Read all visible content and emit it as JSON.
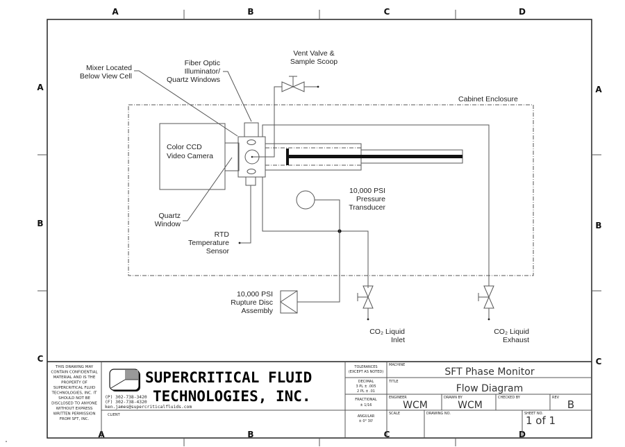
{
  "zones": {
    "columns": [
      "A",
      "B",
      "C",
      "D"
    ],
    "rows": [
      "A",
      "B",
      "C"
    ]
  },
  "labels": {
    "mixer": [
      "Mixer Located",
      "Below View Cell"
    ],
    "fiber_optic": [
      "Fiber Optic",
      "Illuminator/",
      "Quartz Windows"
    ],
    "vent_valve": [
      "Vent Valve &",
      "Sample Scoop"
    ],
    "cabinet": "Cabinet Enclosure",
    "camera": [
      "Color CCD",
      "Video Camera"
    ],
    "quartz_window": [
      "Quartz",
      "Window"
    ],
    "rtd": [
      "RTD",
      "Temperature",
      "Sensor"
    ],
    "pressure_transducer": [
      "10,000 PSI",
      "Pressure",
      "Transducer"
    ],
    "rupture_disc": [
      "10,000 PSI",
      "Rupture Disc",
      "Assembly"
    ],
    "co2_inlet": [
      "CO₂ Liquid",
      "Inlet"
    ],
    "co2_exhaust": [
      "CO₂ Liquid",
      "Exhaust"
    ]
  },
  "title_block": {
    "confidential": [
      "THIS DRAWING MAY",
      "CONTAIN CONFIDENTIAL",
      "MATERIAL AND IS THE",
      "PROPERTY OF",
      "SUPERCRITICAL FLUID",
      "TECHNOLOGIES, INC. IT",
      "SHOULD NOT BE",
      "DISCLOSED TO ANYONE",
      "WITHOUT EXPRESS",
      "WRITTEN PERMISSION",
      "FROM SFT, INC."
    ],
    "company": [
      "SUPERCRITICAL FLUID",
      "TECHNOLOGIES, INC."
    ],
    "phone": "(P) 302-738-3420",
    "fax": "(F) 302-738-4320",
    "email": "ken.james@supercriticalfluids.com",
    "client_label": "CLIENT",
    "tolerances": [
      "TOLERANCES",
      "(EXCEPT AS NOTED)"
    ],
    "decimal": [
      "DECIMAL",
      "3 PL ± .005",
      "2 PL ± .01"
    ],
    "fractional": [
      "FRACTIONAL",
      "± 1/16"
    ],
    "angular": [
      "ANGULAR",
      "± 0° 30'"
    ],
    "machine_label": "MACHINE",
    "machine": "SFT Phase Monitor",
    "title_label": "TITLE",
    "title": "Flow Diagram",
    "engineer_label": "ENGINEER",
    "engineer": "WCM",
    "drawn_by_label": "DRAWN BY",
    "drawn_by": "WCM",
    "checked_by_label": "CHECKED BY",
    "checked_by": "",
    "rev_label": "REV",
    "rev": "B",
    "scale_label": "SCALE",
    "drawing_no_label": "DRAWING NO.",
    "sheet_no_label": "SHEET NO.",
    "sheet_no": "1 of 1"
  }
}
